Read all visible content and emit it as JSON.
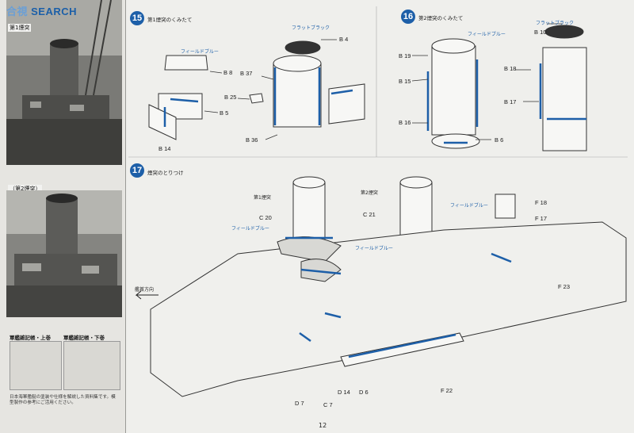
{
  "watermark": {
    "prefix": "合視",
    "name": "SEARCH"
  },
  "left_column": {
    "photo1_caption": "第1煙突",
    "photo2_caption": "（第2煙突）",
    "book1_title": "軍艦雑記帳・上巻",
    "book2_title": "軍艦雑記帳・下巻",
    "note": "日本海軍艦艇の塗装や仕様を解説した資料集です。模型製作の参考にご活用ください。"
  },
  "steps": [
    {
      "number": "15",
      "title": "第1煙突のくみたて"
    },
    {
      "number": "16",
      "title": "第2煙突のくみたて"
    },
    {
      "number": "17",
      "title": "煙突のとりつけ"
    }
  ],
  "paint_labels": {
    "field_blue": "フィールドブルー",
    "flat_black": "フラットブラック"
  },
  "step15_parts": {
    "b8": "B 8",
    "b5": "B 5",
    "b14": "B 14",
    "b37": "B 37",
    "b25": "B 25",
    "b36": "B 36",
    "b4": "B 4"
  },
  "step16_parts": {
    "b19": "B 19",
    "b15": "B 15",
    "b16": "B 16",
    "b6": "B 6",
    "b10": "B 10",
    "b18": "B 18",
    "b17": "B 17"
  },
  "step17_parts": {
    "c20": "C 20",
    "c21": "C 21",
    "f18": "F 18",
    "f17": "F 17",
    "d7": "D 7",
    "c7": "C 7",
    "d14": "D 14",
    "d6": "D 6",
    "f22": "F 22",
    "f23": "F 23"
  },
  "step17_labels": {
    "funnel1": "第1煙突",
    "funnel2": "第2煙突",
    "bow_direction": "艦首方向"
  },
  "page_number": "12"
}
